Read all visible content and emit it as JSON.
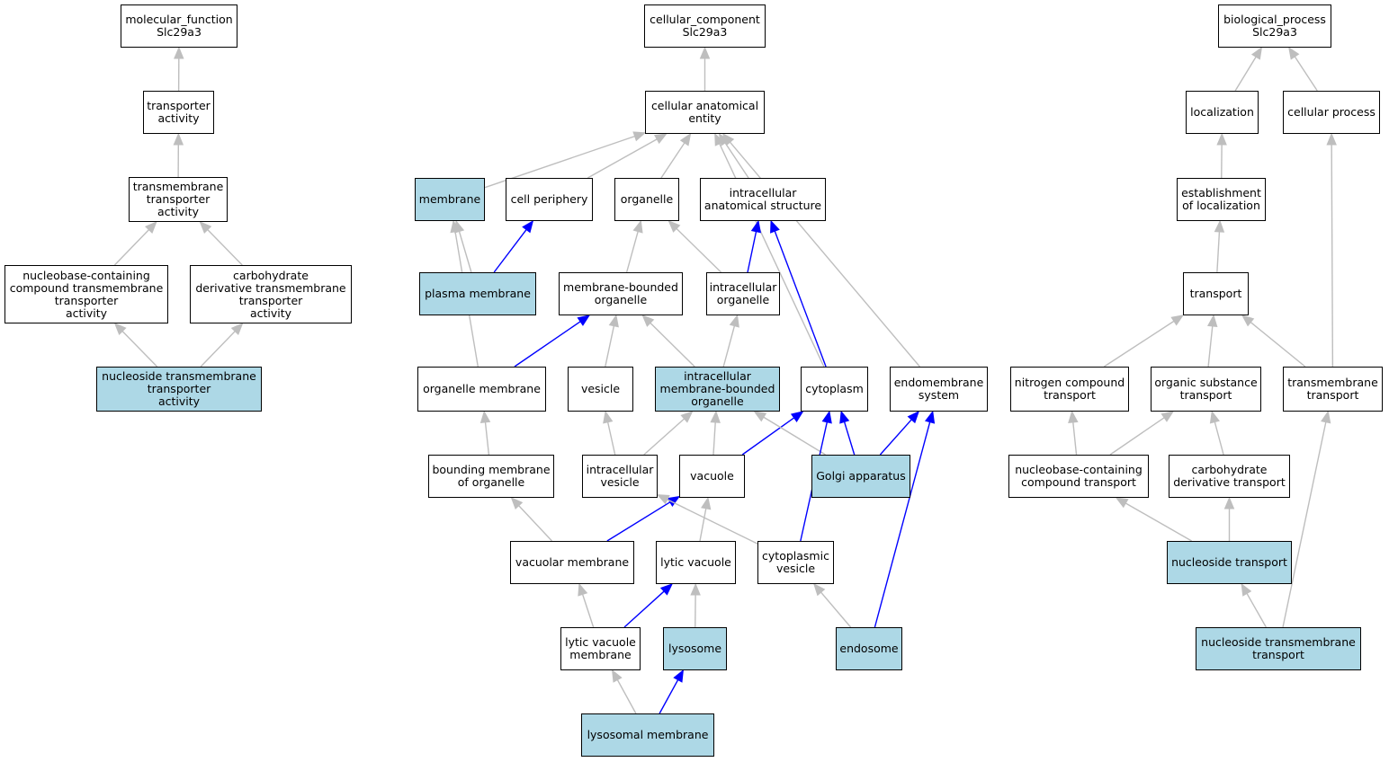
{
  "colors": {
    "highlight_fill": "#add8e6",
    "default_fill": "#ffffff",
    "gray_edge": "#bebebe",
    "blue_edge": "#0000ff"
  },
  "nodes": {
    "mf_root": {
      "label": "molecular_function\nSlc29a3",
      "highlighted": false
    },
    "transporter_activity": {
      "label": "transporter\nactivity",
      "highlighted": false
    },
    "tm_transporter_activity": {
      "label": "transmembrane\ntransporter\nactivity",
      "highlighted": false
    },
    "nucleobase_tm_activity": {
      "label": "nucleobase-containing\ncompound transmembrane\ntransporter\nactivity",
      "highlighted": false
    },
    "carb_tm_activity": {
      "label": "carbohydrate\nderivative transmembrane\ntransporter\nactivity",
      "highlighted": false
    },
    "nucleoside_tm_activity": {
      "label": "nucleoside transmembrane\ntransporter\nactivity",
      "highlighted": true
    },
    "cc_root": {
      "label": "cellular_component\nSlc29a3",
      "highlighted": false
    },
    "cellular_anatomical_entity": {
      "label": "cellular anatomical\nentity",
      "highlighted": false
    },
    "membrane": {
      "label": "membrane",
      "highlighted": true
    },
    "cell_periphery": {
      "label": "cell periphery",
      "highlighted": false
    },
    "organelle": {
      "label": "organelle",
      "highlighted": false
    },
    "intracellular_anatomical_structure": {
      "label": "intracellular\nanatomical structure",
      "highlighted": false
    },
    "plasma_membrane": {
      "label": "plasma membrane",
      "highlighted": true
    },
    "membrane_bounded_organelle": {
      "label": "membrane-bounded\norganelle",
      "highlighted": false
    },
    "intracellular_organelle": {
      "label": "intracellular\norganelle",
      "highlighted": false
    },
    "organelle_membrane": {
      "label": "organelle membrane",
      "highlighted": false
    },
    "vesicle": {
      "label": "vesicle",
      "highlighted": false
    },
    "intracellular_mb_organelle": {
      "label": "intracellular\nmembrane-bounded\norganelle",
      "highlighted": true
    },
    "cytoplasm": {
      "label": "cytoplasm",
      "highlighted": false
    },
    "endomembrane_system": {
      "label": "endomembrane\nsystem",
      "highlighted": false
    },
    "bounding_membrane": {
      "label": "bounding membrane\nof organelle",
      "highlighted": false
    },
    "intracellular_vesicle": {
      "label": "intracellular\nvesicle",
      "highlighted": false
    },
    "vacuole": {
      "label": "vacuole",
      "highlighted": false
    },
    "golgi": {
      "label": "Golgi apparatus",
      "highlighted": true
    },
    "vacuolar_membrane": {
      "label": "vacuolar membrane",
      "highlighted": false
    },
    "lytic_vacuole": {
      "label": "lytic vacuole",
      "highlighted": false
    },
    "cytoplasmic_vesicle": {
      "label": "cytoplasmic\nvesicle",
      "highlighted": false
    },
    "lytic_vacuole_membrane": {
      "label": "lytic vacuole\nmembrane",
      "highlighted": false
    },
    "lysosome": {
      "label": "lysosome",
      "highlighted": true
    },
    "endosome": {
      "label": "endosome",
      "highlighted": true
    },
    "lysosomal_membrane": {
      "label": "lysosomal membrane",
      "highlighted": true
    },
    "bp_root": {
      "label": "biological_process\nSlc29a3",
      "highlighted": false
    },
    "localization": {
      "label": "localization",
      "highlighted": false
    },
    "cellular_process": {
      "label": "cellular process",
      "highlighted": false
    },
    "establishment_localization": {
      "label": "establishment\nof localization",
      "highlighted": false
    },
    "transport": {
      "label": "transport",
      "highlighted": false
    },
    "nitrogen_compound_transport": {
      "label": "nitrogen compound\ntransport",
      "highlighted": false
    },
    "organic_substance_transport": {
      "label": "organic substance\ntransport",
      "highlighted": false
    },
    "transmembrane_transport": {
      "label": "transmembrane\ntransport",
      "highlighted": false
    },
    "nucleobase_compound_transport": {
      "label": "nucleobase-containing\ncompound transport",
      "highlighted": false
    },
    "carb_derivative_transport": {
      "label": "carbohydrate\nderivative transport",
      "highlighted": false
    },
    "nucleoside_transport": {
      "label": "nucleoside transport",
      "highlighted": true
    },
    "nucleoside_tm_transport": {
      "label": "nucleoside transmembrane\ntransport",
      "highlighted": true
    }
  },
  "edges": [
    {
      "from": "transporter_activity",
      "to": "mf_root",
      "type": "is_a"
    },
    {
      "from": "tm_transporter_activity",
      "to": "transporter_activity",
      "type": "is_a"
    },
    {
      "from": "nucleobase_tm_activity",
      "to": "tm_transporter_activity",
      "type": "is_a"
    },
    {
      "from": "carb_tm_activity",
      "to": "tm_transporter_activity",
      "type": "is_a"
    },
    {
      "from": "nucleoside_tm_activity",
      "to": "nucleobase_tm_activity",
      "type": "is_a"
    },
    {
      "from": "nucleoside_tm_activity",
      "to": "carb_tm_activity",
      "type": "is_a"
    },
    {
      "from": "cellular_anatomical_entity",
      "to": "cc_root",
      "type": "is_a"
    },
    {
      "from": "membrane",
      "to": "cellular_anatomical_entity",
      "type": "is_a"
    },
    {
      "from": "cell_periphery",
      "to": "cellular_anatomical_entity",
      "type": "is_a"
    },
    {
      "from": "organelle",
      "to": "cellular_anatomical_entity",
      "type": "is_a"
    },
    {
      "from": "intracellular_anatomical_structure",
      "to": "cellular_anatomical_entity",
      "type": "is_a"
    },
    {
      "from": "cytoplasm",
      "to": "cellular_anatomical_entity",
      "type": "is_a"
    },
    {
      "from": "endomembrane_system",
      "to": "cellular_anatomical_entity",
      "type": "is_a"
    },
    {
      "from": "plasma_membrane",
      "to": "membrane",
      "type": "is_a"
    },
    {
      "from": "plasma_membrane",
      "to": "cell_periphery",
      "type": "part_of"
    },
    {
      "from": "membrane_bounded_organelle",
      "to": "organelle",
      "type": "is_a"
    },
    {
      "from": "intracellular_organelle",
      "to": "organelle",
      "type": "is_a"
    },
    {
      "from": "intracellular_organelle",
      "to": "intracellular_anatomical_structure",
      "type": "part_of"
    },
    {
      "from": "organelle_membrane",
      "to": "membrane",
      "type": "is_a"
    },
    {
      "from": "organelle_membrane",
      "to": "membrane_bounded_organelle",
      "type": "part_of"
    },
    {
      "from": "vesicle",
      "to": "membrane_bounded_organelle",
      "type": "is_a"
    },
    {
      "from": "intracellular_mb_organelle",
      "to": "membrane_bounded_organelle",
      "type": "is_a"
    },
    {
      "from": "intracellular_mb_organelle",
      "to": "intracellular_organelle",
      "type": "is_a"
    },
    {
      "from": "cytoplasm",
      "to": "intracellular_anatomical_structure",
      "type": "part_of"
    },
    {
      "from": "bounding_membrane",
      "to": "organelle_membrane",
      "type": "is_a"
    },
    {
      "from": "intracellular_vesicle",
      "to": "vesicle",
      "type": "is_a"
    },
    {
      "from": "intracellular_vesicle",
      "to": "intracellular_mb_organelle",
      "type": "is_a"
    },
    {
      "from": "vacuole",
      "to": "intracellular_mb_organelle",
      "type": "is_a"
    },
    {
      "from": "vacuole",
      "to": "cytoplasm",
      "type": "part_of"
    },
    {
      "from": "golgi",
      "to": "intracellular_mb_organelle",
      "type": "is_a"
    },
    {
      "from": "golgi",
      "to": "cytoplasm",
      "type": "part_of"
    },
    {
      "from": "golgi",
      "to": "endomembrane_system",
      "type": "part_of"
    },
    {
      "from": "vacuolar_membrane",
      "to": "bounding_membrane",
      "type": "is_a"
    },
    {
      "from": "vacuolar_membrane",
      "to": "vacuole",
      "type": "part_of"
    },
    {
      "from": "lytic_vacuole",
      "to": "vacuole",
      "type": "is_a"
    },
    {
      "from": "cytoplasmic_vesicle",
      "to": "intracellular_vesicle",
      "type": "is_a"
    },
    {
      "from": "cytoplasmic_vesicle",
      "to": "cytoplasm",
      "type": "part_of"
    },
    {
      "from": "lytic_vacuole_membrane",
      "to": "vacuolar_membrane",
      "type": "is_a"
    },
    {
      "from": "lytic_vacuole_membrane",
      "to": "lytic_vacuole",
      "type": "part_of"
    },
    {
      "from": "lysosome",
      "to": "lytic_vacuole",
      "type": "is_a"
    },
    {
      "from": "endosome",
      "to": "cytoplasmic_vesicle",
      "type": "is_a"
    },
    {
      "from": "endosome",
      "to": "endomembrane_system",
      "type": "part_of"
    },
    {
      "from": "lysosomal_membrane",
      "to": "lytic_vacuole_membrane",
      "type": "is_a"
    },
    {
      "from": "lysosomal_membrane",
      "to": "lysosome",
      "type": "part_of"
    },
    {
      "from": "localization",
      "to": "bp_root",
      "type": "is_a"
    },
    {
      "from": "cellular_process",
      "to": "bp_root",
      "type": "is_a"
    },
    {
      "from": "establishment_localization",
      "to": "localization",
      "type": "is_a"
    },
    {
      "from": "transport",
      "to": "establishment_localization",
      "type": "is_a"
    },
    {
      "from": "nitrogen_compound_transport",
      "to": "transport",
      "type": "is_a"
    },
    {
      "from": "organic_substance_transport",
      "to": "transport",
      "type": "is_a"
    },
    {
      "from": "transmembrane_transport",
      "to": "transport",
      "type": "is_a"
    },
    {
      "from": "transmembrane_transport",
      "to": "cellular_process",
      "type": "is_a"
    },
    {
      "from": "nucleobase_compound_transport",
      "to": "nitrogen_compound_transport",
      "type": "is_a"
    },
    {
      "from": "nucleobase_compound_transport",
      "to": "organic_substance_transport",
      "type": "is_a"
    },
    {
      "from": "carb_derivative_transport",
      "to": "organic_substance_transport",
      "type": "is_a"
    },
    {
      "from": "nucleoside_transport",
      "to": "nucleobase_compound_transport",
      "type": "is_a"
    },
    {
      "from": "nucleoside_transport",
      "to": "carb_derivative_transport",
      "type": "is_a"
    },
    {
      "from": "nucleoside_tm_transport",
      "to": "nucleoside_transport",
      "type": "is_a"
    },
    {
      "from": "nucleoside_tm_transport",
      "to": "transmembrane_transport",
      "type": "is_a"
    }
  ]
}
